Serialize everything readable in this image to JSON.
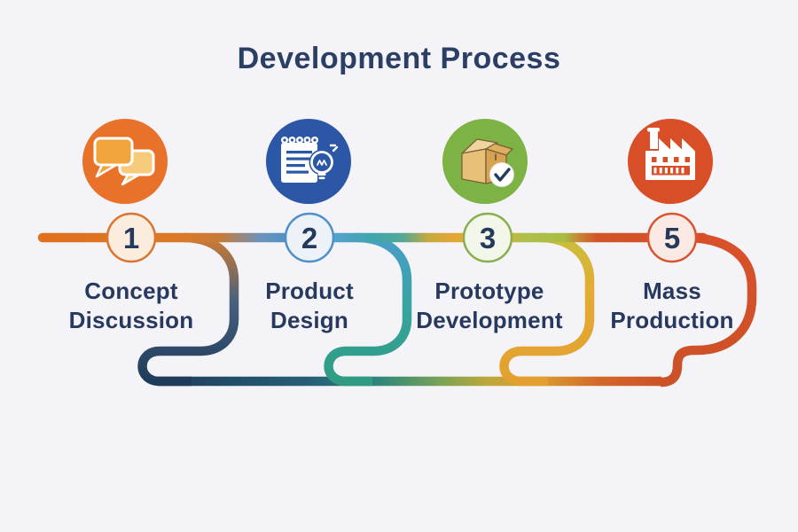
{
  "title": "Development Process",
  "palette": {
    "background": "#F4F3F7",
    "title_color": "#2B3E63",
    "label_color": "#27395E",
    "number_color": "#233A5C",
    "path_orange": "#E0701E",
    "path_blue": "#4A92CA",
    "path_teal": "#3FA5AC",
    "path_yellow": "#E2A636",
    "path_green": "#AFC04A",
    "path_red": "#D84E28",
    "path_navy": "#1E3C5A"
  },
  "stages": [
    {
      "number": "1",
      "label_line1": "Concept",
      "label_line2": "Discussion",
      "icon": "chat-bubbles-icon",
      "icon_bg": "#E8722A",
      "badge_fill": "#FBEDDD",
      "badge_border": "#DC7430"
    },
    {
      "number": "2",
      "label_line1": "Product",
      "label_line2": "Design",
      "icon": "notepad-lightbulb-icon",
      "icon_bg": "#2B57A6",
      "badge_fill": "#EDF2F8",
      "badge_border": "#4E90C8"
    },
    {
      "number": "3",
      "label_line1": "Prototype",
      "label_line2": "Development",
      "icon": "box-check-icon",
      "icon_bg": "#7DB245",
      "badge_fill": "#F2F7E9",
      "badge_border": "#8AAF4C"
    },
    {
      "number": "5",
      "label_line1": "Mass",
      "label_line2": "Production",
      "icon": "factory-icon",
      "icon_bg": "#D84E27",
      "badge_fill": "#FBE9E3",
      "badge_border": "#D85530"
    }
  ]
}
